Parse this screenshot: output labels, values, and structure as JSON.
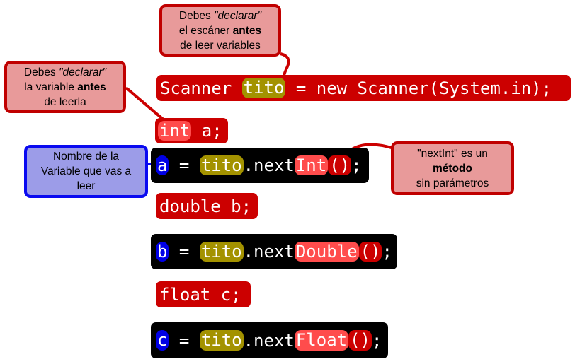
{
  "colors": {
    "code_red": "#cc0000",
    "code_black": "#000000",
    "variable_blue": "#0000e6",
    "object_olive": "#a39200",
    "method_salmon": "#ff4c4c",
    "note_red_fill": "#e89a9a",
    "note_red_border": "#c00000",
    "note_blue_fill": "#9c9ce8",
    "note_blue_border": "#0a0af0"
  },
  "notes": {
    "declare_scanner": {
      "l1": "Debes ",
      "l1_em": "\"declarar\"",
      "l2": "el escáner ",
      "l2_b": "antes",
      "l3": "de leer variables"
    },
    "declare_variable": {
      "l1": "Debes ",
      "l1_em": "\"declarar\"",
      "l2": "la variable ",
      "l2_b": "antes",
      "l3": "de leerla"
    },
    "variable_name": {
      "l1": "Nombre de la",
      "l2": "Variable que vas a",
      "l3": "leer"
    },
    "nextint_method": {
      "l1": "\"nextInt\" es un",
      "l2_b": "método",
      "l3": "sin parámetros"
    }
  },
  "code": {
    "scanner": {
      "kw": "Scanner ",
      "obj": "tito",
      "rest": " = new Scanner(System.in);"
    },
    "decl_int": {
      "type": "int",
      "rest": " a;"
    },
    "read_int": {
      "var": "a",
      "eq": " = ",
      "obj": "tito",
      "dot": ".next",
      "meth": "Int",
      "paren": "()",
      "semi": ";"
    },
    "decl_double": {
      "text": "double b;"
    },
    "read_double": {
      "var": "b",
      "eq": " = ",
      "obj": "tito",
      "dot": ".next",
      "meth": "Double",
      "paren": "()",
      "semi": ";"
    },
    "decl_float": {
      "text": "float c;"
    },
    "read_float": {
      "var": "c",
      "eq": " = ",
      "obj": "tito",
      "dot": ".next",
      "meth": "Float",
      "paren": "()",
      "semi": ";"
    }
  }
}
